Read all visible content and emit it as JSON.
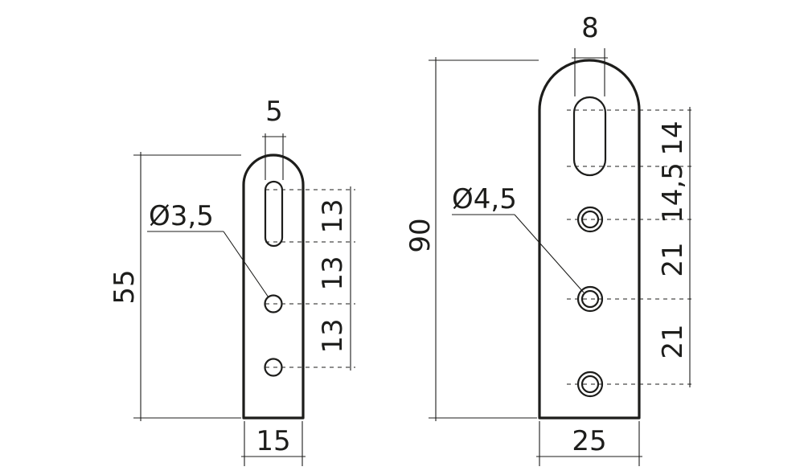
{
  "small_bracket": {
    "slot_width": "5",
    "hole_diameter": "Ø3,5",
    "height": "55",
    "width": "15",
    "spacing_1": "13",
    "spacing_2": "13",
    "spacing_3": "13"
  },
  "large_bracket": {
    "slot_width": "8",
    "hole_diameter": "Ø4,5",
    "height": "90",
    "width": "25",
    "spacing_1": "14",
    "spacing_2": "14,5",
    "spacing_3": "21",
    "spacing_4": "21"
  },
  "colors": {
    "line": "#1d1d1b",
    "background": "#ffffff"
  }
}
